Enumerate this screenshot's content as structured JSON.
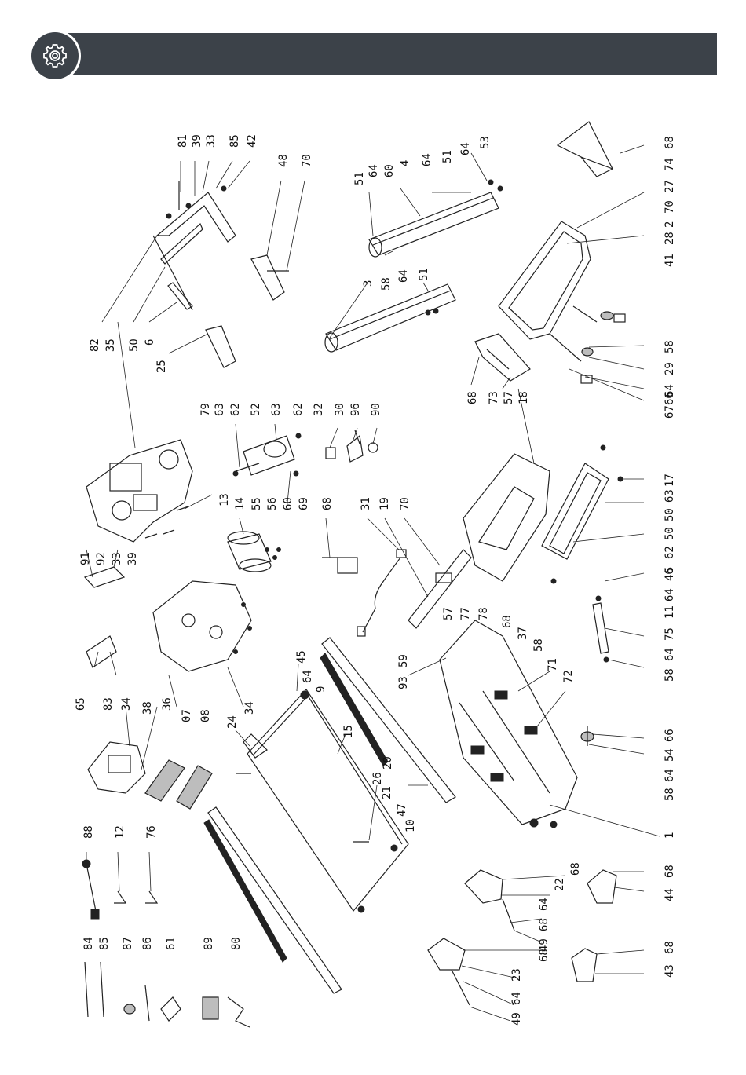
{
  "header": {
    "icon": "gear-icon",
    "bar_color": "#3c4249"
  },
  "callouts": [
    {
      "id": "c81",
      "text": "81"
    },
    {
      "id": "c39a",
      "text": "39"
    },
    {
      "id": "c33a",
      "text": "33"
    },
    {
      "id": "c85a",
      "text": "85"
    },
    {
      "id": "c42",
      "text": "42"
    },
    {
      "id": "c48",
      "text": "48"
    },
    {
      "id": "c70a",
      "text": "70"
    },
    {
      "id": "c51a",
      "text": "51"
    },
    {
      "id": "c64a",
      "text": "64"
    },
    {
      "id": "c60a",
      "text": "60"
    },
    {
      "id": "c4",
      "text": "4"
    },
    {
      "id": "c64b",
      "text": "64"
    },
    {
      "id": "c51b",
      "text": "51"
    },
    {
      "id": "c64c",
      "text": "64"
    },
    {
      "id": "c53",
      "text": "53"
    },
    {
      "id": "c68a",
      "text": "68"
    },
    {
      "id": "c74",
      "text": "74"
    },
    {
      "id": "c27",
      "text": "27"
    },
    {
      "id": "c70b",
      "text": "70"
    },
    {
      "id": "c2",
      "text": "2"
    },
    {
      "id": "c28",
      "text": "28"
    },
    {
      "id": "c41",
      "text": "41"
    },
    {
      "id": "c82",
      "text": "82"
    },
    {
      "id": "c35",
      "text": "35"
    },
    {
      "id": "c50a",
      "text": "50"
    },
    {
      "id": "c6",
      "text": "6"
    },
    {
      "id": "c25",
      "text": "25"
    },
    {
      "id": "c3",
      "text": "3"
    },
    {
      "id": "c58a",
      "text": "58"
    },
    {
      "id": "c64d",
      "text": "64"
    },
    {
      "id": "c51c",
      "text": "51"
    },
    {
      "id": "c58b",
      "text": "58"
    },
    {
      "id": "c29",
      "text": "29"
    },
    {
      "id": "c64e",
      "text": "64"
    },
    {
      "id": "c67",
      "text": "67"
    },
    {
      "id": "c66a",
      "text": "66"
    },
    {
      "id": "c68b",
      "text": "68"
    },
    {
      "id": "c73",
      "text": "73"
    },
    {
      "id": "c57a",
      "text": "57"
    },
    {
      "id": "c18",
      "text": "18"
    },
    {
      "id": "c79",
      "text": "79"
    },
    {
      "id": "c63a",
      "text": "63"
    },
    {
      "id": "c62a",
      "text": "62"
    },
    {
      "id": "c52",
      "text": "52"
    },
    {
      "id": "c63b",
      "text": "63"
    },
    {
      "id": "c62b",
      "text": "62"
    },
    {
      "id": "c32",
      "text": "32"
    },
    {
      "id": "c30",
      "text": "30"
    },
    {
      "id": "c96",
      "text": "96"
    },
    {
      "id": "c90",
      "text": "90"
    },
    {
      "id": "c13",
      "text": "13"
    },
    {
      "id": "c14",
      "text": "14"
    },
    {
      "id": "c55",
      "text": "55"
    },
    {
      "id": "c56",
      "text": "56"
    },
    {
      "id": "c60b",
      "text": "60"
    },
    {
      "id": "c69",
      "text": "69"
    },
    {
      "id": "c68c",
      "text": "68"
    },
    {
      "id": "c31",
      "text": "31"
    },
    {
      "id": "c19",
      "text": "19"
    },
    {
      "id": "c70c",
      "text": "70"
    },
    {
      "id": "c17",
      "text": "17"
    },
    {
      "id": "c63c",
      "text": "63"
    },
    {
      "id": "c50b",
      "text": "50"
    },
    {
      "id": "c50c",
      "text": "50"
    },
    {
      "id": "c62c",
      "text": "62"
    },
    {
      "id": "c5",
      "text": "5"
    },
    {
      "id": "c91",
      "text": "91"
    },
    {
      "id": "c92",
      "text": "92"
    },
    {
      "id": "c33b",
      "text": "33"
    },
    {
      "id": "c39b",
      "text": "39"
    },
    {
      "id": "c57b",
      "text": "57"
    },
    {
      "id": "c77",
      "text": "77"
    },
    {
      "id": "c78",
      "text": "78"
    },
    {
      "id": "c68d",
      "text": "68"
    },
    {
      "id": "c37",
      "text": "37"
    },
    {
      "id": "c58c",
      "text": "58"
    },
    {
      "id": "c46",
      "text": "46"
    },
    {
      "id": "c64f",
      "text": "64"
    },
    {
      "id": "c11",
      "text": "11"
    },
    {
      "id": "c75",
      "text": "75"
    },
    {
      "id": "c64g",
      "text": "64"
    },
    {
      "id": "c58d",
      "text": "58"
    },
    {
      "id": "c65",
      "text": "65"
    },
    {
      "id": "c83",
      "text": "83"
    },
    {
      "id": "c34a",
      "text": "34"
    },
    {
      "id": "c38",
      "text": "38"
    },
    {
      "id": "c36",
      "text": "36"
    },
    {
      "id": "c34b",
      "text": "34"
    },
    {
      "id": "c07",
      "text": "07"
    },
    {
      "id": "c08",
      "text": "08"
    },
    {
      "id": "c45",
      "text": "45"
    },
    {
      "id": "c64h",
      "text": "64"
    },
    {
      "id": "c9",
      "text": "9"
    },
    {
      "id": "c59",
      "text": "59"
    },
    {
      "id": "c93",
      "text": "93"
    },
    {
      "id": "c71",
      "text": "71"
    },
    {
      "id": "c72",
      "text": "72"
    },
    {
      "id": "c66b",
      "text": "66"
    },
    {
      "id": "c54",
      "text": "54"
    },
    {
      "id": "c64i",
      "text": "64"
    },
    {
      "id": "c58e",
      "text": "58"
    },
    {
      "id": "c24",
      "text": "24"
    },
    {
      "id": "c15",
      "text": "15"
    },
    {
      "id": "c20",
      "text": "20"
    },
    {
      "id": "c26",
      "text": "26"
    },
    {
      "id": "c21",
      "text": "21"
    },
    {
      "id": "c47",
      "text": "47"
    },
    {
      "id": "c10",
      "text": "10"
    },
    {
      "id": "c1",
      "text": "1"
    },
    {
      "id": "c88",
      "text": "88"
    },
    {
      "id": "c12",
      "text": "12"
    },
    {
      "id": "c76",
      "text": "76"
    },
    {
      "id": "c68e",
      "text": "68"
    },
    {
      "id": "c22",
      "text": "22"
    },
    {
      "id": "c64j",
      "text": "64"
    },
    {
      "id": "c68f",
      "text": "68"
    },
    {
      "id": "c49a",
      "text": "49"
    },
    {
      "id": "c68g",
      "text": "68"
    },
    {
      "id": "c44",
      "text": "44"
    },
    {
      "id": "c84",
      "text": "84"
    },
    {
      "id": "c85b",
      "text": "85"
    },
    {
      "id": "c87",
      "text": "87"
    },
    {
      "id": "c86",
      "text": "86"
    },
    {
      "id": "c61",
      "text": "61"
    },
    {
      "id": "c89",
      "text": "89"
    },
    {
      "id": "c80",
      "text": "80"
    },
    {
      "id": "c68h",
      "text": "68"
    },
    {
      "id": "c23",
      "text": "23"
    },
    {
      "id": "c64k",
      "text": "64"
    },
    {
      "id": "c49b",
      "text": "49"
    },
    {
      "id": "c68i",
      "text": "68"
    },
    {
      "id": "c43",
      "text": "43"
    }
  ]
}
